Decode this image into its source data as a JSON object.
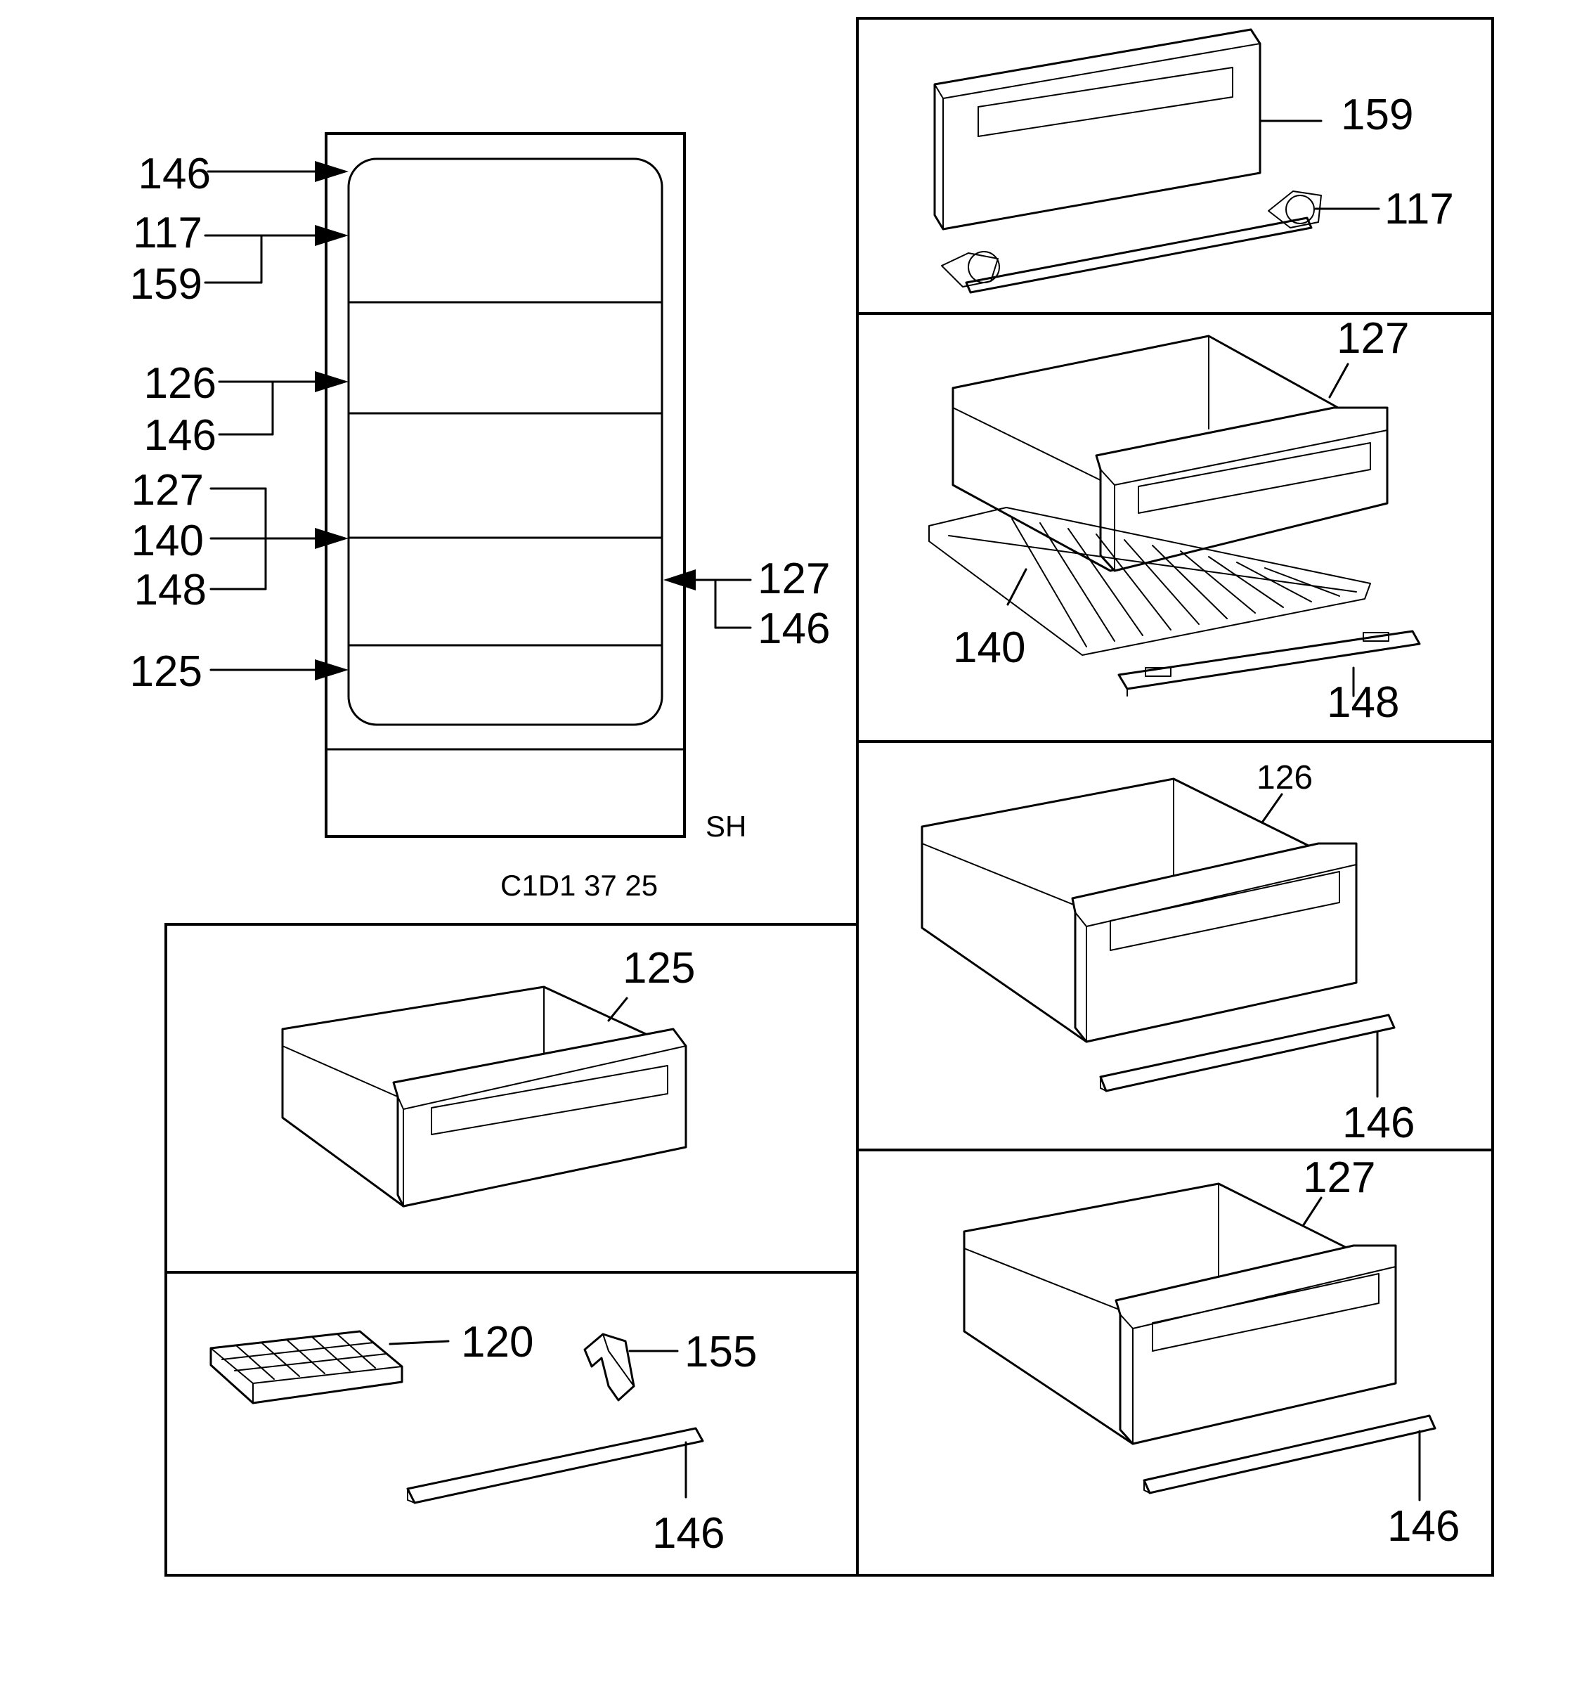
{
  "overview": {
    "left_labels": [
      "146",
      "117",
      "159",
      "126",
      "146",
      "127",
      "140",
      "148",
      "125"
    ],
    "right_labels": [
      "127",
      "146"
    ],
    "corner_text": "SH",
    "code": "C1D1 37 25"
  },
  "panels": {
    "flap": {
      "labels": [
        "159",
        "117"
      ]
    },
    "drawer_127_top": {
      "labels": [
        "127",
        "140",
        "148"
      ]
    },
    "drawer_126": {
      "labels": [
        "126",
        "146"
      ]
    },
    "drawer_127_bottom": {
      "labels": [
        "127",
        "146"
      ]
    },
    "drawer_125": {
      "labels": [
        "125"
      ]
    },
    "accessories": {
      "labels": [
        "120",
        "155",
        "146"
      ]
    }
  }
}
